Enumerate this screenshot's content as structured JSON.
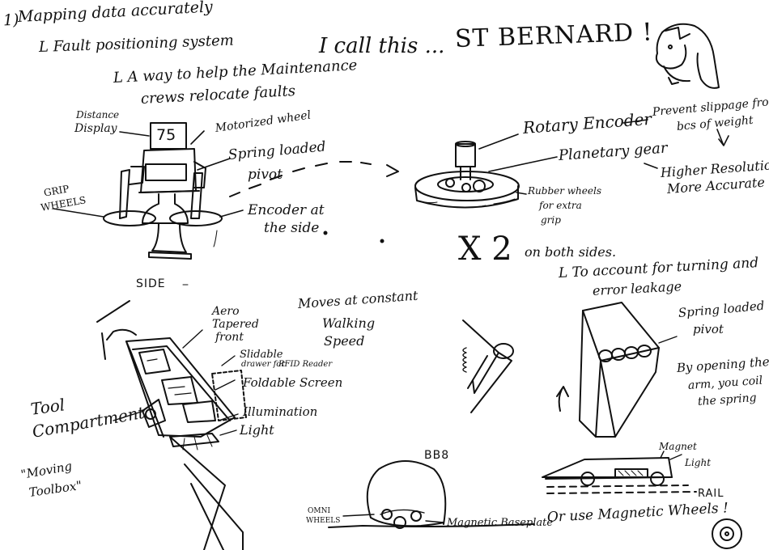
{
  "header": {
    "item_number": "1)",
    "title": "Mapping data accurately",
    "sub1": "L Fault positioning system",
    "sub2_line1": "L A way to help the Maintenance",
    "sub2_line2": "crews relocate faults",
    "name_intro": "I call this ...",
    "name": "ST BERNARD !"
  },
  "side_view": {
    "distance_label_line1": "Distance",
    "distance_label_line2": "Display",
    "display_value": "75",
    "motorized_wheel": "Motorized wheel",
    "spring_pivot_line1": "Spring loaded",
    "spring_pivot_line2": "pivot",
    "grip_line1": "GRIP",
    "grip_line2": "WHEELS",
    "encoder_line1": "Encoder at",
    "encoder_line2": "the side",
    "caption": "SIDE"
  },
  "encoder_detail": {
    "rotary_encoder": "Rotary Encoder",
    "prevent_line1": "Prevent slippage from",
    "prevent_line2": "bcs of weight",
    "planetary_gear": "Planetary gear",
    "rubber_line1": "Rubber wheels",
    "rubber_line2": "for extra",
    "rubber_line3": "grip",
    "higher_line1": "Higher Resolution",
    "higher_line2": "More Accurate"
  },
  "middle": {
    "times_two": "X 2",
    "both_sides": "on both sides.",
    "account_line1": "L To account for turning and",
    "account_line2": "error leakage"
  },
  "top_view": {
    "aero_line1": "Aero",
    "aero_line2": "Tapered",
    "aero_line3": "front",
    "moves_line1": "Moves at constant",
    "moves_line2": "Walking",
    "moves_line3": "Speed",
    "slidable_line1": "Slidable",
    "slidable_line2": "drawer for",
    "slidable_line3": "RFID Reader",
    "foldable": "Foldable Screen",
    "illumination": "Illumination",
    "light": "Light",
    "tool_line1": "Tool",
    "tool_line2": "Compartment",
    "moving_line1": "\"Moving",
    "moving_line2": "Toolbox\""
  },
  "pivot_detail": {
    "spring_line1": "Spring loaded",
    "spring_line2": "pivot",
    "opening_line1": "By opening the",
    "opening_line2": "arm, you coil",
    "opening_line3": "the spring"
  },
  "bb8": {
    "label": "BB8",
    "omni_line1": "OMNI",
    "omni_line2": "WHEELS",
    "magnetic_base": "Magnetic Baseplate"
  },
  "rail_view": {
    "magnet": "Magnet",
    "light": "Light",
    "rail": "RAIL",
    "magnetic_wheels": "Or use Magnetic Wheels !"
  },
  "colors": {
    "ink": "#111111",
    "paper": "#ffffff"
  }
}
